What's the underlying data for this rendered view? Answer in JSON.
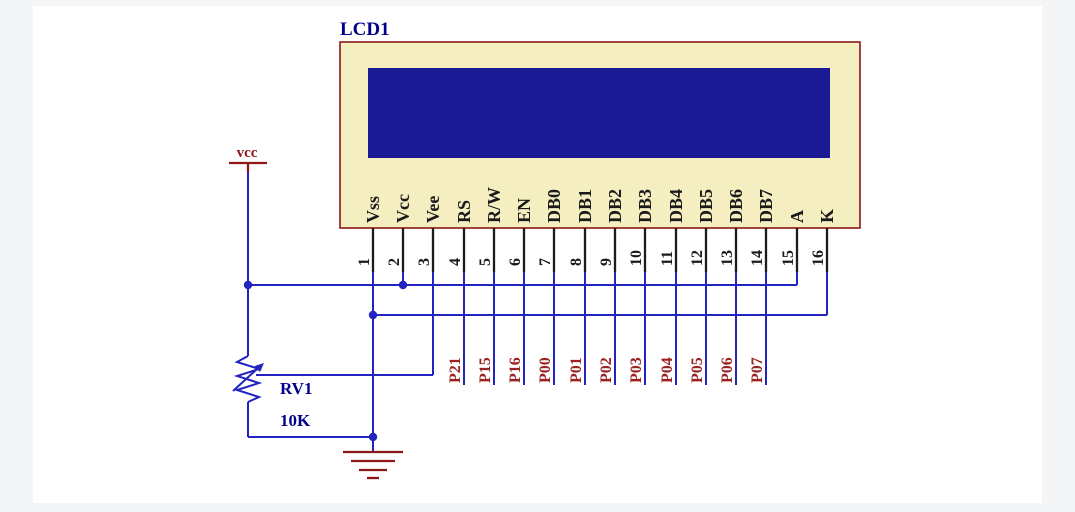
{
  "schematic": {
    "lcd": {
      "ref": "LCD1",
      "pins": [
        {
          "num": "1",
          "name": "Vss"
        },
        {
          "num": "2",
          "name": "Vcc"
        },
        {
          "num": "3",
          "name": "Vee"
        },
        {
          "num": "4",
          "name": "RS"
        },
        {
          "num": "5",
          "name": "R/W"
        },
        {
          "num": "6",
          "name": "EN"
        },
        {
          "num": "7",
          "name": "DB0"
        },
        {
          "num": "8",
          "name": "DB1"
        },
        {
          "num": "9",
          "name": "DB2"
        },
        {
          "num": "10",
          "name": "DB3"
        },
        {
          "num": "11",
          "name": "DB4"
        },
        {
          "num": "12",
          "name": "DB5"
        },
        {
          "num": "13",
          "name": "DB6"
        },
        {
          "num": "14",
          "name": "DB7"
        },
        {
          "num": "15",
          "name": "A"
        },
        {
          "num": "16",
          "name": "K"
        }
      ]
    },
    "power": {
      "vcc_label": "vcc"
    },
    "potentiometer": {
      "ref": "RV1",
      "value": "10K"
    },
    "net_labels": [
      "P21",
      "P15",
      "P16",
      "P00",
      "P01",
      "P02",
      "P03",
      "P04",
      "P05",
      "P06",
      "P07"
    ],
    "colors": {
      "wire": "#2323c0",
      "lcd_body_fill": "#f4eec1",
      "lcd_outline": "#8d1616",
      "lcd_screen": "#1a1a94",
      "reference_text": "#00008b",
      "net_label_text": "#9c2222",
      "pin_text": "#1a1a1a",
      "power_symbol": "#8d1616"
    }
  }
}
